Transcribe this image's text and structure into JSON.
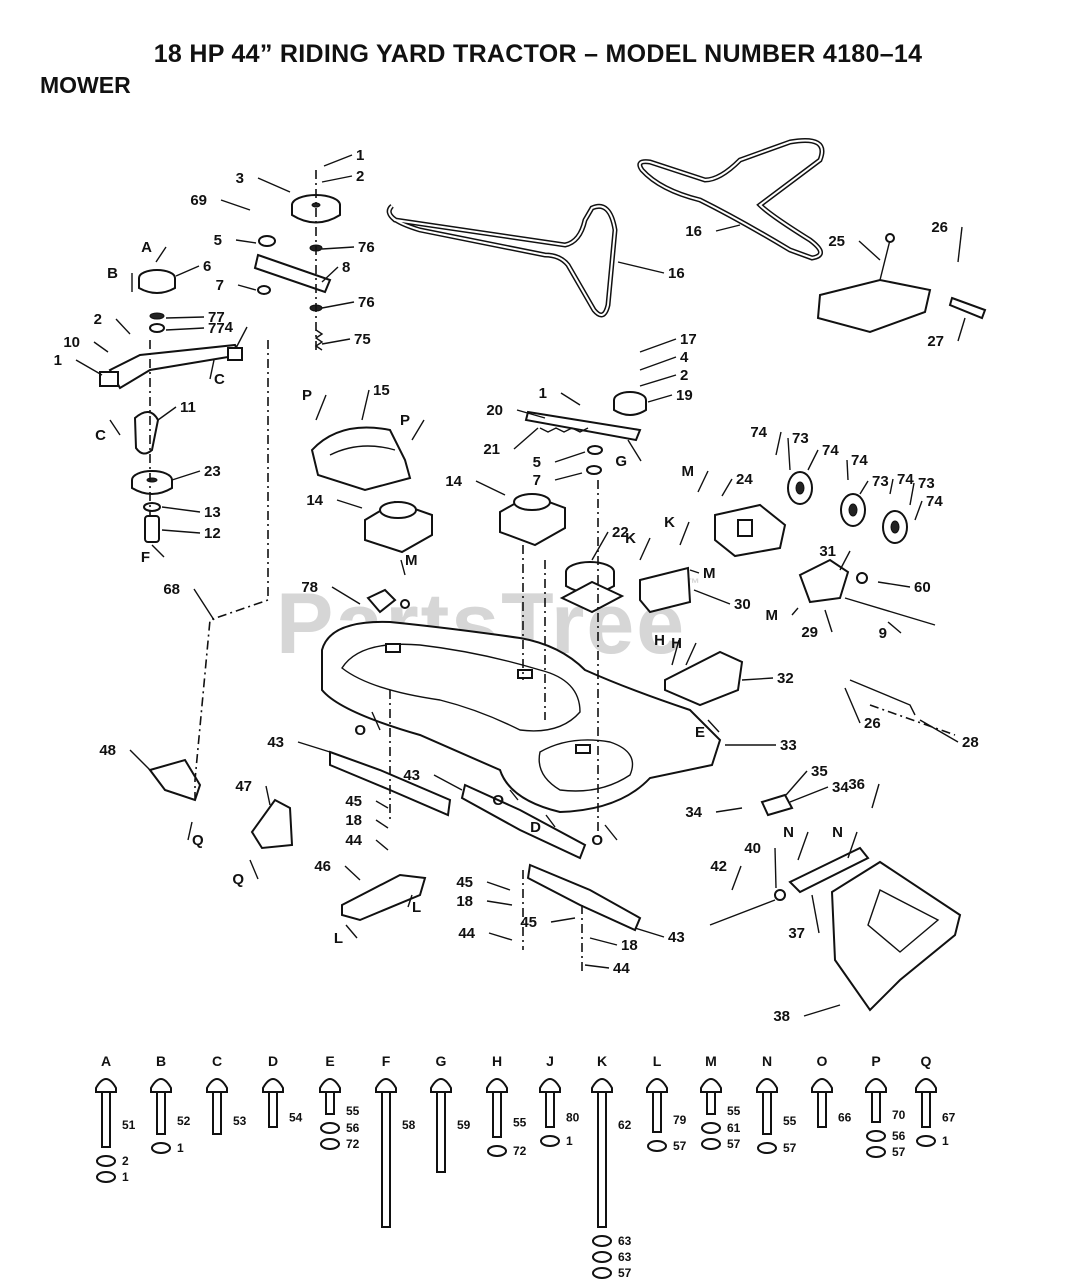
{
  "title": "18 HP 44” RIDING YARD TRACTOR – MODEL NUMBER 4180–14",
  "section": "MOWER",
  "watermark": "PartsTree",
  "watermark_tm": "™",
  "callouts": [
    "1",
    "2",
    "3",
    "69",
    "5",
    "76",
    "8",
    "7",
    "76",
    "75",
    "A",
    "6",
    "B",
    "77",
    "77",
    "2",
    "4",
    "10",
    "1",
    "C",
    "C",
    "11",
    "23",
    "13",
    "12",
    "F",
    "16",
    "16",
    "25",
    "26",
    "27",
    "17",
    "4",
    "2",
    "1",
    "19",
    "20",
    "21",
    "5",
    "7",
    "G",
    "15",
    "P",
    "P",
    "14",
    "M",
    "14",
    "22",
    "K",
    "K",
    "M",
    "M",
    "74",
    "24",
    "74",
    "73",
    "74",
    "73",
    "74",
    "73",
    "74",
    "31",
    "60",
    "29",
    "9",
    "M",
    "30",
    "78",
    "68",
    "H",
    "H",
    "32",
    "26",
    "28",
    "O",
    "O",
    "D",
    "O",
    "E",
    "33",
    "43",
    "43",
    "48",
    "47",
    "45",
    "18",
    "44",
    "46",
    "L",
    "L",
    "Q",
    "Q",
    "34",
    "35",
    "34",
    "36",
    "N",
    "N",
    "40",
    "42",
    "37",
    "38",
    "45",
    "18",
    "44",
    "45",
    "18",
    "44",
    "43"
  ],
  "hardware_kits": [
    {
      "letter": "A",
      "parts": [
        "51",
        "2",
        "1"
      ]
    },
    {
      "letter": "B",
      "parts": [
        "52",
        "1"
      ]
    },
    {
      "letter": "C",
      "parts": [
        "53"
      ]
    },
    {
      "letter": "D",
      "parts": [
        "54"
      ]
    },
    {
      "letter": "E",
      "parts": [
        "55",
        "56",
        "72"
      ]
    },
    {
      "letter": "F",
      "parts": [
        "58"
      ]
    },
    {
      "letter": "G",
      "parts": [
        "59"
      ]
    },
    {
      "letter": "H",
      "parts": [
        "55",
        "72"
      ]
    },
    {
      "letter": "J",
      "parts": [
        "80",
        "1"
      ]
    },
    {
      "letter": "K",
      "parts": [
        "62",
        "63",
        "63",
        "57"
      ]
    },
    {
      "letter": "L",
      "parts": [
        "79",
        "57"
      ]
    },
    {
      "letter": "M",
      "parts": [
        "55",
        "61",
        "57"
      ]
    },
    {
      "letter": "N",
      "parts": [
        "55",
        "57"
      ]
    },
    {
      "letter": "O",
      "parts": [
        "66"
      ]
    },
    {
      "letter": "P",
      "parts": [
        "70",
        "56",
        "57"
      ]
    },
    {
      "letter": "Q",
      "parts": [
        "67",
        "1"
      ]
    }
  ]
}
